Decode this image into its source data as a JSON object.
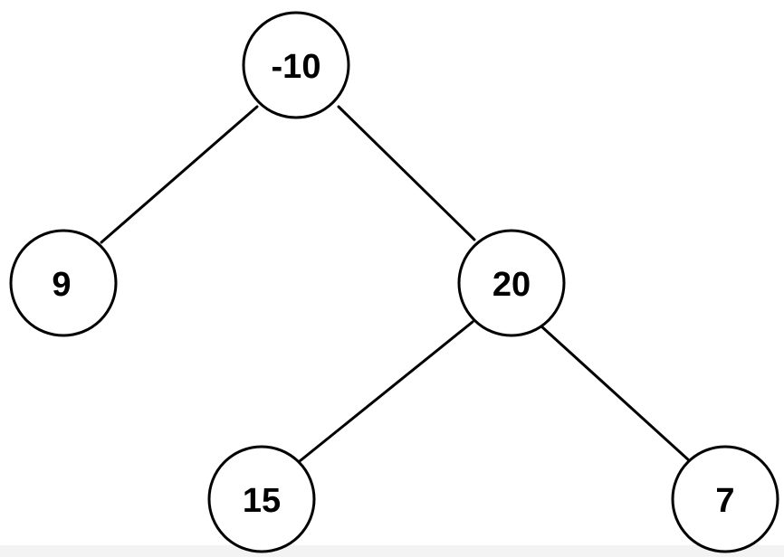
{
  "tree": {
    "root": "-10",
    "nodes": [
      {
        "id": "n-10",
        "value": "-10"
      },
      {
        "id": "n9",
        "value": "9"
      },
      {
        "id": "n20",
        "value": "20"
      },
      {
        "id": "n15",
        "value": "15"
      },
      {
        "id": "n7",
        "value": "7"
      }
    ],
    "edges": [
      {
        "from": "-10",
        "to": "9",
        "side": "left"
      },
      {
        "from": "-10",
        "to": "20",
        "side": "right"
      },
      {
        "from": "20",
        "to": "15",
        "side": "left"
      },
      {
        "from": "20",
        "to": "7",
        "side": "right"
      }
    ]
  }
}
